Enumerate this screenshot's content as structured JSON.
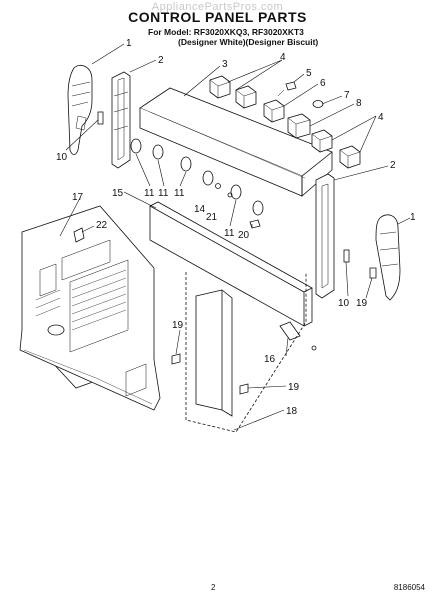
{
  "header": {
    "watermark": "AppliancePartsPros.com",
    "title": "CONTROL PANEL PARTS",
    "model_line": "For Model: RF3020XKQ3, RF3020XKT3",
    "variant_line": "(Designer White)(Designer Biscuit)"
  },
  "footer": {
    "page_number": "2",
    "doc_number": "8186054"
  },
  "callouts": [
    {
      "id": "c1a",
      "label": "1"
    },
    {
      "id": "c2a",
      "label": "2"
    },
    {
      "id": "c3",
      "label": "3"
    },
    {
      "id": "c4a",
      "label": "4"
    },
    {
      "id": "c5",
      "label": "5"
    },
    {
      "id": "c6",
      "label": "6"
    },
    {
      "id": "c7",
      "label": "7"
    },
    {
      "id": "c8",
      "label": "8"
    },
    {
      "id": "c4b",
      "label": "4"
    },
    {
      "id": "c10a",
      "label": "10"
    },
    {
      "id": "c11a",
      "label": "11"
    },
    {
      "id": "c11b",
      "label": "11"
    },
    {
      "id": "c11c",
      "label": "11"
    },
    {
      "id": "c11d",
      "label": "11"
    },
    {
      "id": "c14",
      "label": "14"
    },
    {
      "id": "c21",
      "label": "21"
    },
    {
      "id": "c20",
      "label": "20"
    },
    {
      "id": "c2b",
      "label": "2"
    },
    {
      "id": "c1b",
      "label": "1"
    },
    {
      "id": "c17",
      "label": "17"
    },
    {
      "id": "c22",
      "label": "22"
    },
    {
      "id": "c15",
      "label": "15"
    },
    {
      "id": "c10b",
      "label": "10"
    },
    {
      "id": "c19a",
      "label": "19"
    },
    {
      "id": "c19b",
      "label": "19"
    },
    {
      "id": "c16",
      "label": "16"
    },
    {
      "id": "c19c",
      "label": "19"
    },
    {
      "id": "c18",
      "label": "18"
    }
  ]
}
